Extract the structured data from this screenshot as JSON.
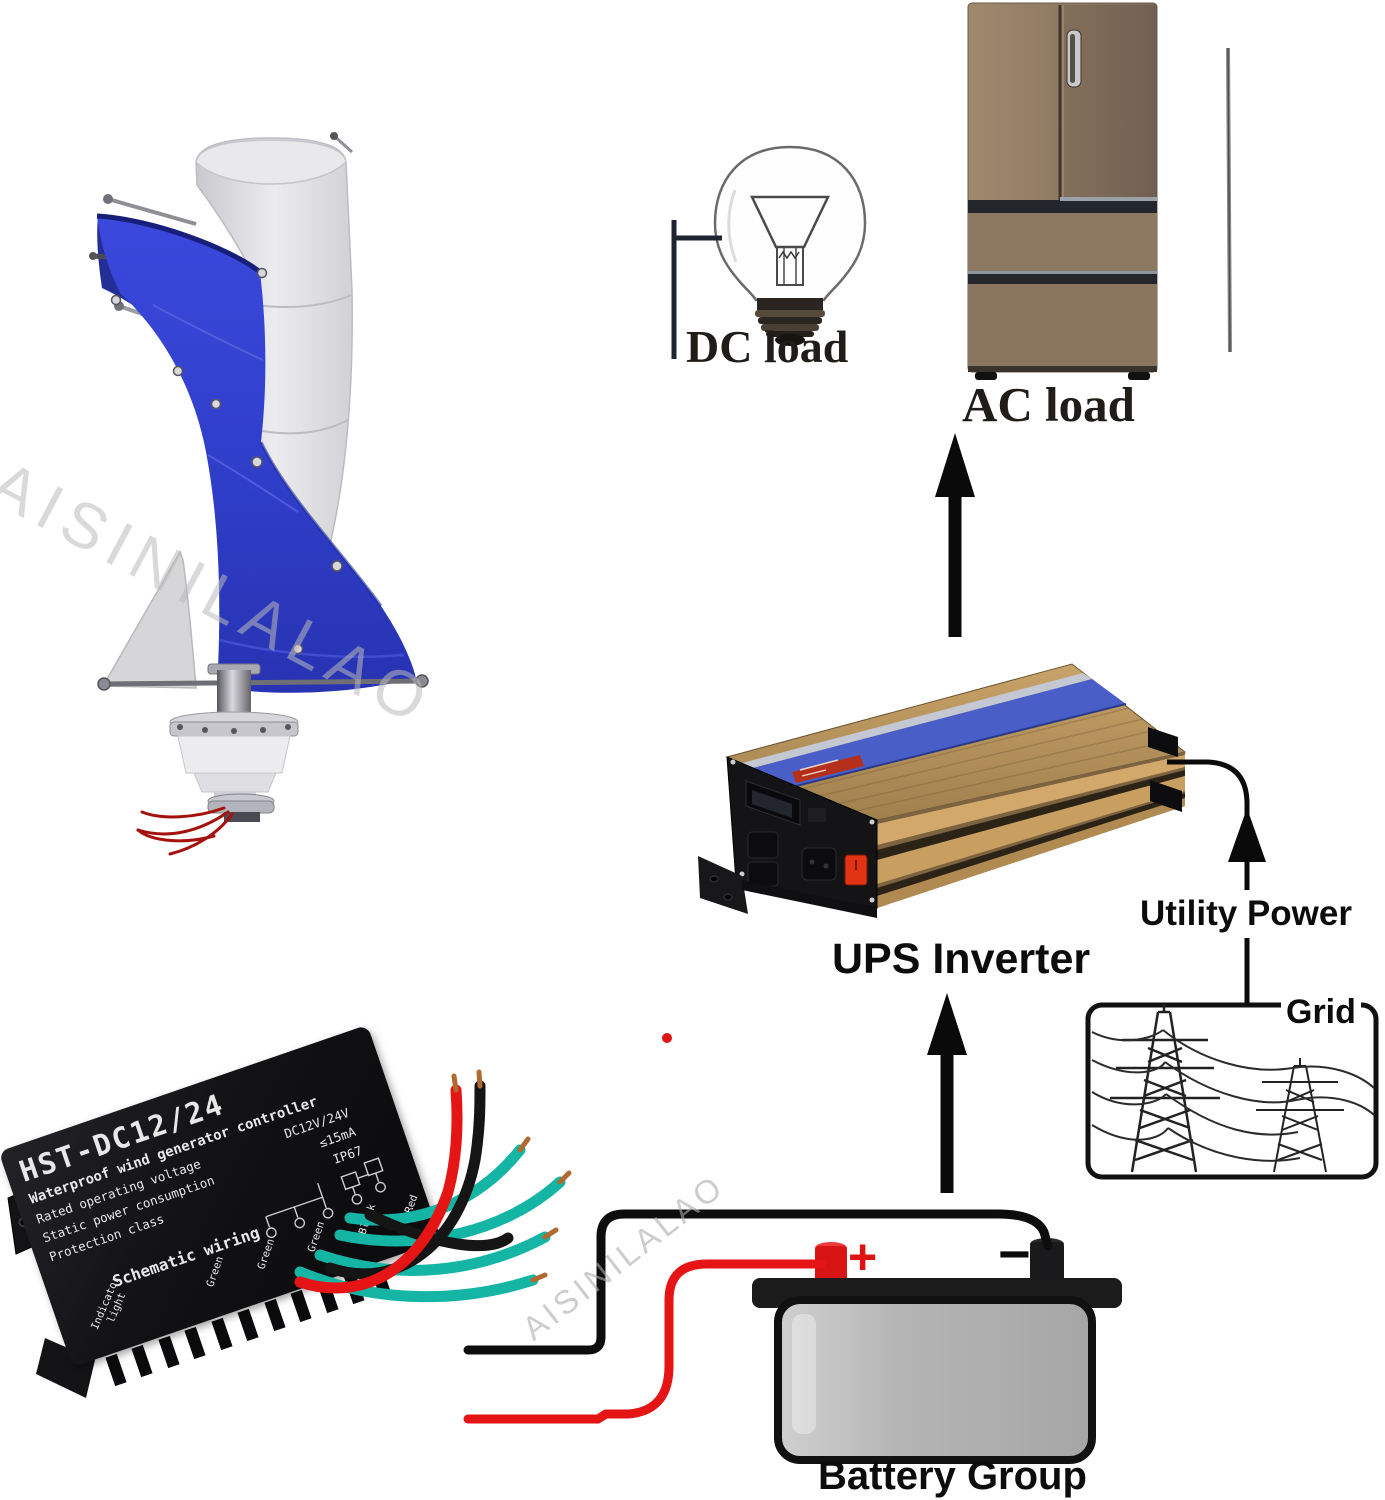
{
  "watermark": "AISINILALAO",
  "labels": {
    "dc_load": "DC load",
    "ac_load": "AC load",
    "ups_inverter": "UPS Inverter",
    "utility_power": "Utility Power",
    "grid": "Grid",
    "battery_group": "Battery Group"
  },
  "battery": {
    "plus": "+",
    "minus": "−"
  },
  "controller": {
    "model": "HST-DC12/24",
    "subtitle": "Waterproof wind generator controller",
    "spec_rows": [
      {
        "name": "Rated operating voltage",
        "value": "DC12V/24V"
      },
      {
        "name": "Static power consumption",
        "value": "≤15mA"
      },
      {
        "name": "Protection class",
        "value": "IP67"
      }
    ],
    "schematic_title": "Schematic wiring",
    "indicator_label": "Indicator\nlight",
    "wire_labels": [
      "Green",
      "Green",
      "Green",
      "Black",
      "Red"
    ]
  },
  "colors": {
    "turbine_blue": "#3243cd",
    "inverter_gold": "#c8a369",
    "stripe_blue": "#4a5ec8",
    "fridge_bronze": "#8d7862",
    "wire_teal": "#14b5a5",
    "wire_red": "#e51515",
    "wire_black": "#151515",
    "battery_gray": "#b4b4b4"
  }
}
